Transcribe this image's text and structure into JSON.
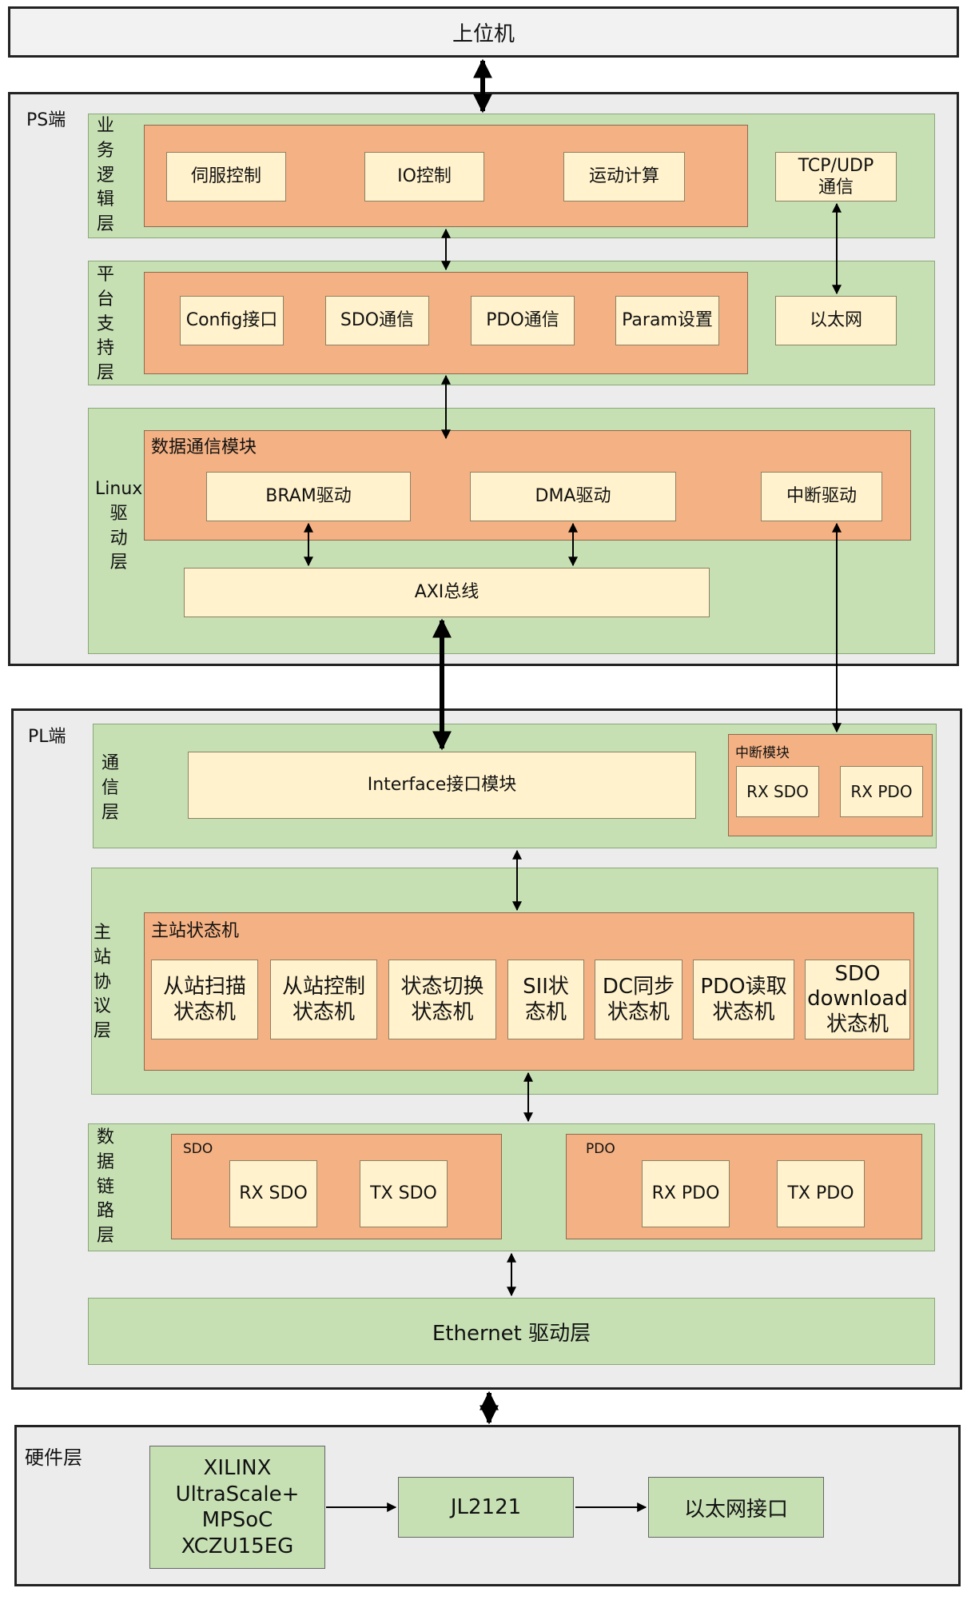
{
  "top": {
    "label": "上位机"
  },
  "ps": {
    "label": "PS端",
    "business": {
      "label": "业\n务\n逻\n辑\n层",
      "items": [
        "伺服控制",
        "IO控制",
        "运动计算"
      ],
      "tcp": "TCP/UDP\n通信"
    },
    "platform": {
      "label": "平\n台\n支\n持\n层",
      "items": [
        "Config接口",
        "SDO通信",
        "PDO通信",
        "Param设置"
      ],
      "eth": "以太网"
    },
    "linux": {
      "label": "Linux\n驱\n动\n层",
      "module_title": "数据通信模块",
      "items": [
        "BRAM驱动",
        "DMA驱动",
        "中断驱动"
      ],
      "axi": "AXI总线"
    }
  },
  "pl": {
    "label": "PL端",
    "comm": {
      "label": "通\n信\n层",
      "interface": "Interface接口模块",
      "interrupt_title": "中断模块",
      "interrupt_items": [
        "RX SDO",
        "RX PDO"
      ]
    },
    "master": {
      "label": "主\n站\n协\n议\n层",
      "title": "主站状态机",
      "items": [
        "从站扫描\n状态机",
        "从站控制\n状态机",
        "状态切换\n状态机",
        "SII状\n态机",
        "DC同步\n状态机",
        "PDO读取\n状态机",
        "SDO\ndownload\n状态机"
      ]
    },
    "datalink": {
      "label": "数\n据\n链\n路\n层",
      "sdo_title": "SDO",
      "sdo_items": [
        "RX SDO",
        "TX SDO"
      ],
      "pdo_title": "PDO",
      "pdo_items": [
        "RX PDO",
        "TX PDO"
      ]
    },
    "ethernet": {
      "label": "Ethernet 驱动层"
    }
  },
  "hardware": {
    "label": "硬件层",
    "fpga": "XILINX\nUltraScale+\nMPSoC\nXCZU15EG",
    "phy": "JL2121",
    "port": "以太网接口"
  }
}
